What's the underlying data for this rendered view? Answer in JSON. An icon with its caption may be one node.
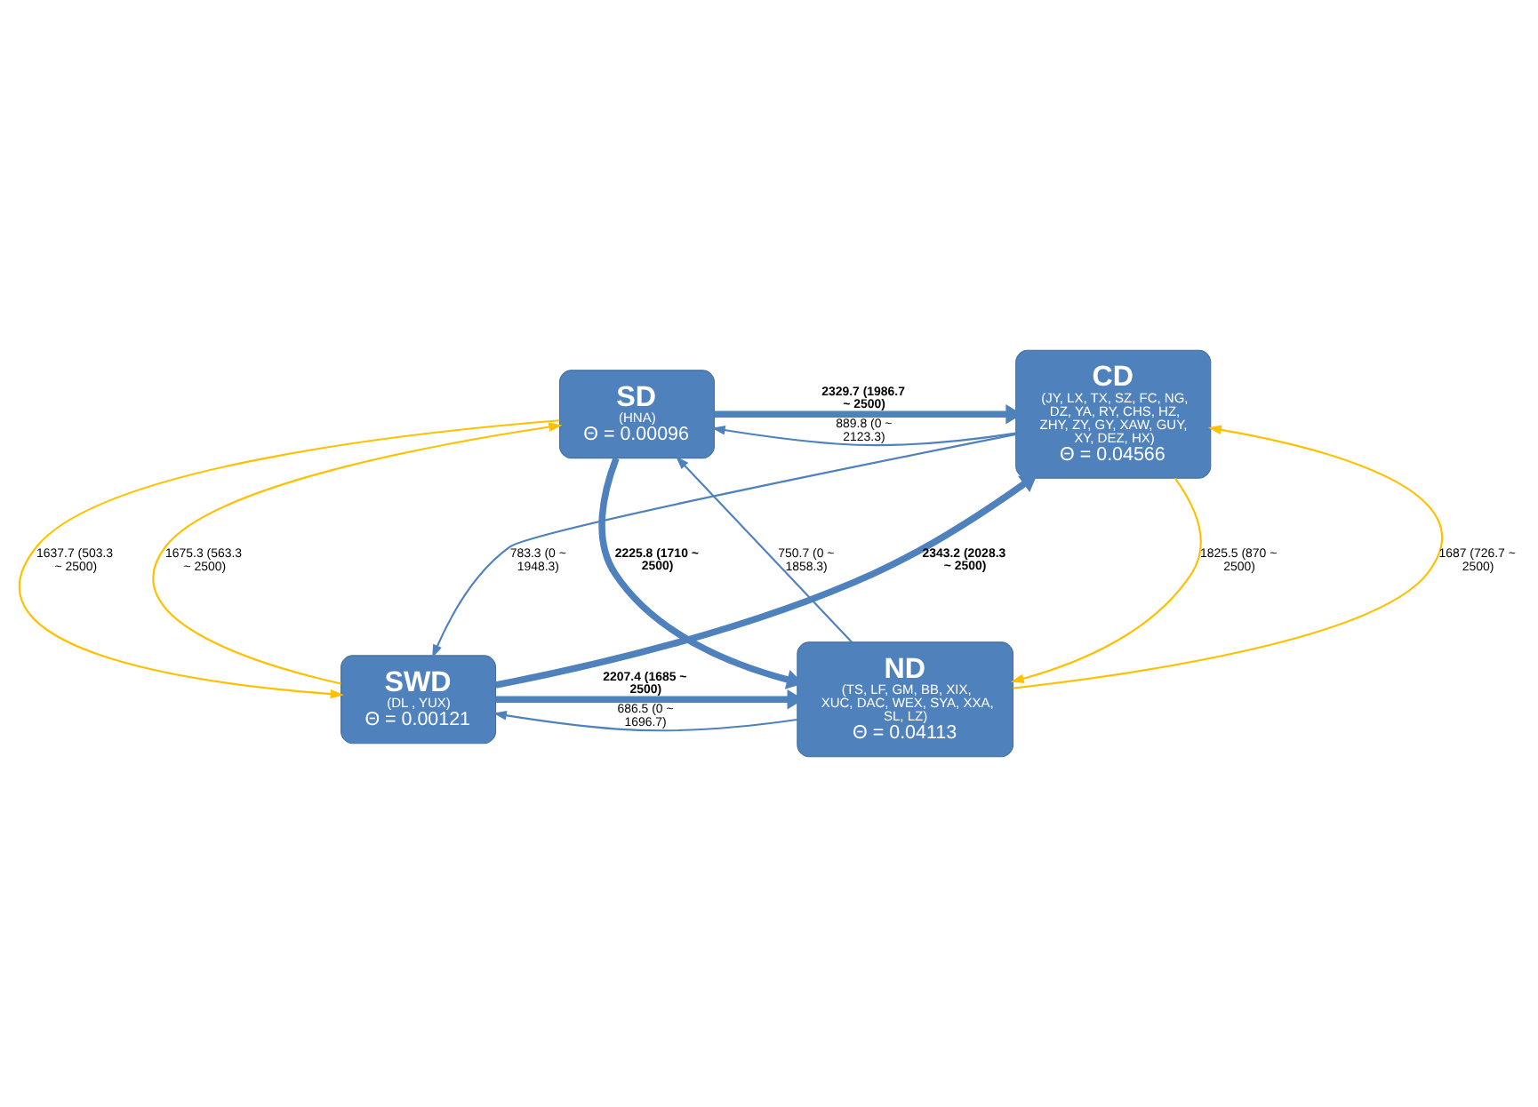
{
  "diagram": {
    "nodes": [
      {
        "text": [
          "SD",
          "(HNA)",
          "Θ = 0.00096"
        ]
      },
      {
        "text": [
          "CD",
          "(JY, LX, TX, SZ, FC, NG, DZ, YA, RY, CHS, HZ, ZHY, ZY, GY, XAW, GUY, XY, DEZ, HX)",
          "Θ = 0.04566"
        ]
      },
      {
        "text": [
          "SWD",
          "(DL , YUX)",
          "Θ = 0.00121"
        ]
      },
      {
        "text": [
          "ND",
          "(TS, LF, GM, BB, XIX, XUC, DAC, WEX, SYA, XXA, SL, LZ)",
          "Θ = 0.04113"
        ]
      }
    ],
    "edges": [
      {
        "from": 0,
        "to": 1,
        "arrow": "to",
        "label": "2329.7 (1986.7 ~ 2500)",
        "style": "thick"
      },
      {
        "from": 1,
        "to": 0,
        "arrow": "to",
        "label": "889.8 (0 ~ 2123.3)"
      },
      {
        "from": 2,
        "to": 0,
        "arrow": "to",
        "label": "1675.3 (563.3 ~ 2500)",
        "color": "#ffc000"
      },
      {
        "from": 0,
        "to": 2,
        "arrow": "to",
        "label": "1637.7 (503.3 ~ 2500)",
        "color": "#ffc000"
      },
      {
        "from": 2,
        "to": 1,
        "arrow": "to",
        "label": "2343.2 (2028.3 ~ 2500)",
        "style": "thick"
      },
      {
        "from": 1,
        "to": 2,
        "arrow": "to",
        "label": "783.3 (0 ~ 1948.3)"
      },
      {
        "from": 0,
        "to": 3,
        "arrow": "to",
        "label": "2225.8 (1710 ~ 2500)",
        "style": "thick"
      },
      {
        "from": 3,
        "to": 0,
        "arrow": "to",
        "label": "750.7 (0 ~ 1858.3)"
      },
      {
        "from": 3,
        "to": 1,
        "arrow": "to",
        "label": "1687 (726.7 ~ 2500)",
        "color": "#ffc000"
      },
      {
        "from": 1,
        "to": 3,
        "arrow": "to",
        "label": "1825.5 (870 ~ 2500)",
        "color": "#ffc000"
      },
      {
        "from": 2,
        "to": 3,
        "arrow": "to",
        "label": "2207.4 (1685 ~ 2500)",
        "style": "thick"
      },
      {
        "from": 3,
        "to": 2,
        "arrow": "to",
        "label": "686.5 (0 ~ 1696.7)"
      }
    ]
  }
}
